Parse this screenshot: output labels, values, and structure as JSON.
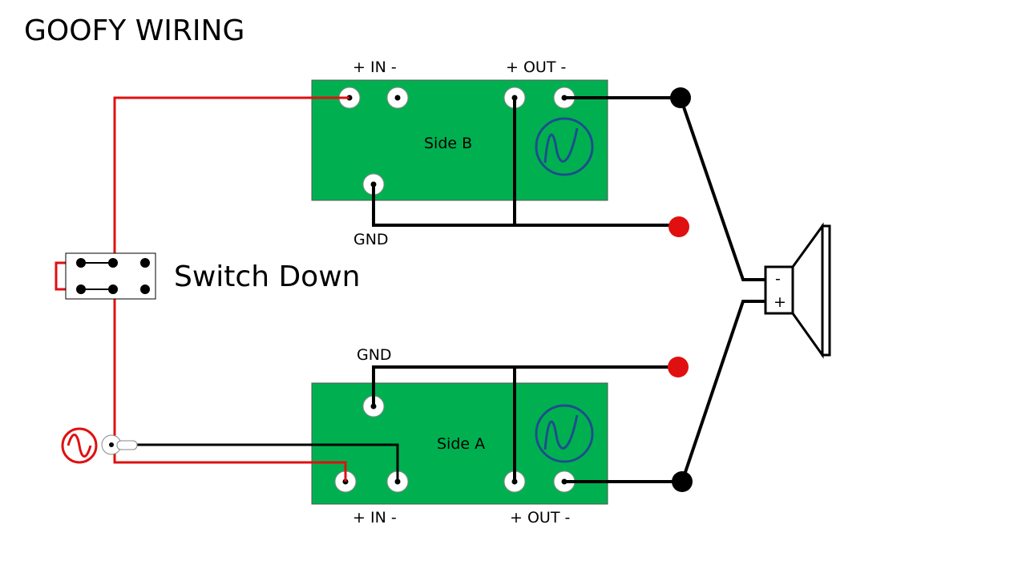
{
  "title": "GOOFY WIRING",
  "switch": {
    "label": "Switch Down"
  },
  "side_b": {
    "name": "Side B",
    "in_label": "+ IN -",
    "out_label": "+ OUT -",
    "gnd_label": "GND"
  },
  "side_a": {
    "name": "Side A",
    "in_label": "+ IN -",
    "out_label": "+ OUT -",
    "gnd_label": "GND"
  },
  "speaker": {
    "minus": "-",
    "plus": "+"
  },
  "colors": {
    "board": "#00b050",
    "signal_wire": "#e01010",
    "ground_wire": "#000000",
    "power_terminal": "#e01010",
    "speaker_terminal": "#000000",
    "wave_symbol": "#1f4e8c",
    "source_symbol": "#e01010"
  }
}
